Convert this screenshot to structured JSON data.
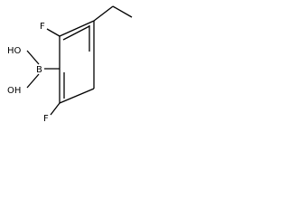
{
  "molecule": {
    "atoms": {
      "f_top": "F",
      "f_bottom": "F",
      "boron": "B",
      "oh_top": "HO",
      "oh_bottom": "OH"
    },
    "colors": {
      "bond": "#000000",
      "text": "#000000",
      "background": "#ffffff"
    }
  }
}
